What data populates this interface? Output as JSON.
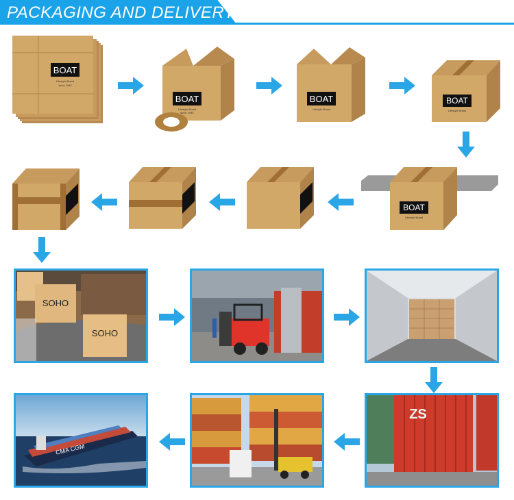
{
  "header": {
    "title": "PACKAGING AND DELIVERY"
  },
  "box_label": {
    "brand": "BOAT",
    "tagline": "Lifestyle Brand",
    "since": "since 1943"
  },
  "photos": {
    "carton_brand": "SOHO",
    "ship_text": "CMA CGM",
    "container_text": "ZS"
  },
  "colors": {
    "accent": "#1aa3e8",
    "cardboard": "#c9a066",
    "cardboard_dark": "#a67c45"
  }
}
